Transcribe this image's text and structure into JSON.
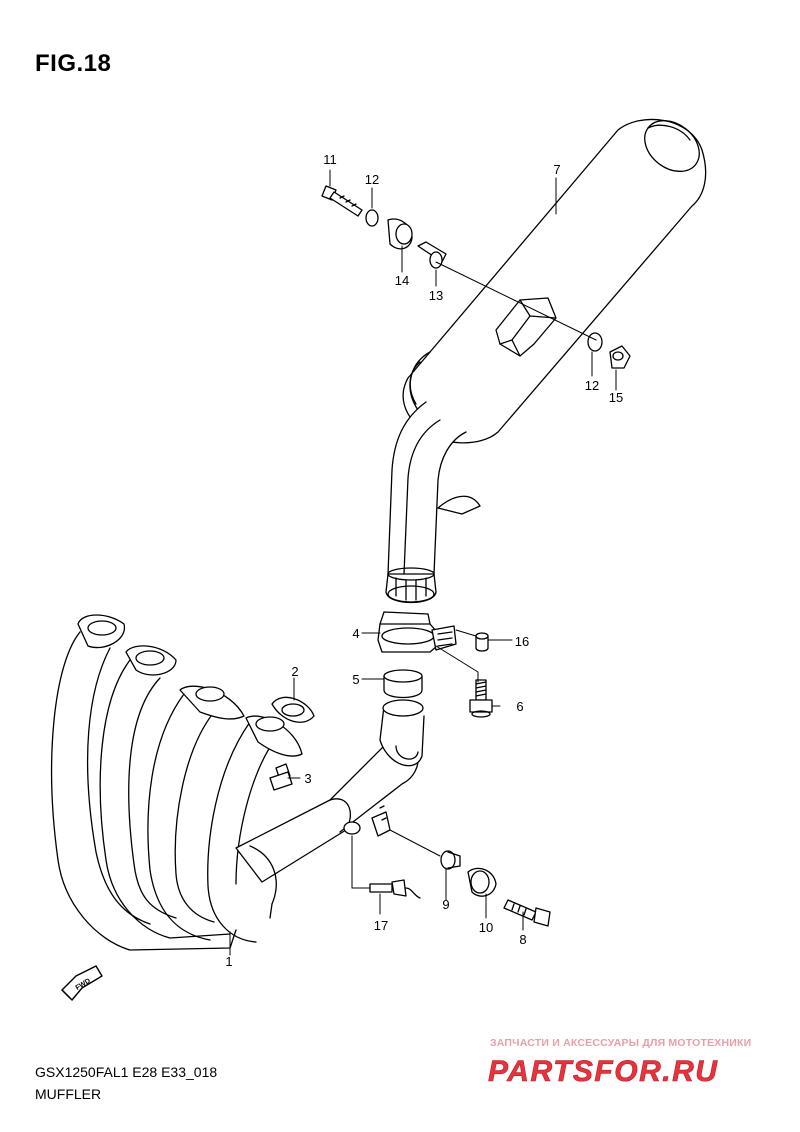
{
  "figure": {
    "title": "FIG.18",
    "model_code": "GSX1250FAL1 E28 E33_018",
    "section_name": "MUFFLER"
  },
  "callouts": [
    {
      "number": "1"
    },
    {
      "number": "2"
    },
    {
      "number": "3"
    },
    {
      "number": "4"
    },
    {
      "number": "5"
    },
    {
      "number": "6"
    },
    {
      "number": "7"
    },
    {
      "number": "8"
    },
    {
      "number": "9"
    },
    {
      "number": "10"
    },
    {
      "number": "11"
    },
    {
      "number": "12"
    },
    {
      "number": "12"
    },
    {
      "number": "13"
    },
    {
      "number": "14"
    },
    {
      "number": "15"
    },
    {
      "number": "16"
    },
    {
      "number": "17"
    }
  ],
  "direction_badge": "FWD",
  "watermark": {
    "tagline": "ЗАПЧАСТИ И АКСЕССУАРЫ ДЛЯ МОТОТЕХНИКИ",
    "logo_text": "PARTSFOR.RU",
    "logo_color": "#e8323c"
  }
}
